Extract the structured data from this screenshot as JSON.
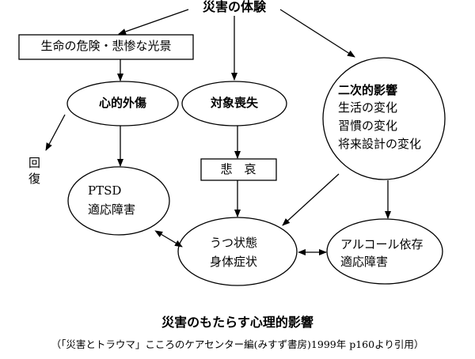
{
  "diagram": {
    "top": "災害の体験",
    "danger": "生命の危険・悲惨な光景",
    "trauma": "心的外傷",
    "loss": "対象喪失",
    "secondary": [
      "二次的影響",
      "生活の変化",
      "習慣の変化",
      "将来設計の変化"
    ],
    "recovery": [
      "回",
      "復"
    ],
    "ptsd": [
      "PTSD",
      "適応障害"
    ],
    "grief": "悲　哀",
    "depression": [
      "うつ状態",
      "身体症状"
    ],
    "alcohol": [
      "アルコール依存",
      "適応障害"
    ]
  },
  "caption": {
    "title": "災害のもたらす心理的影響",
    "source": "（「災害とトラウマ」こころのケアセンター編(みすず書房)1999年 p160より引用）"
  }
}
